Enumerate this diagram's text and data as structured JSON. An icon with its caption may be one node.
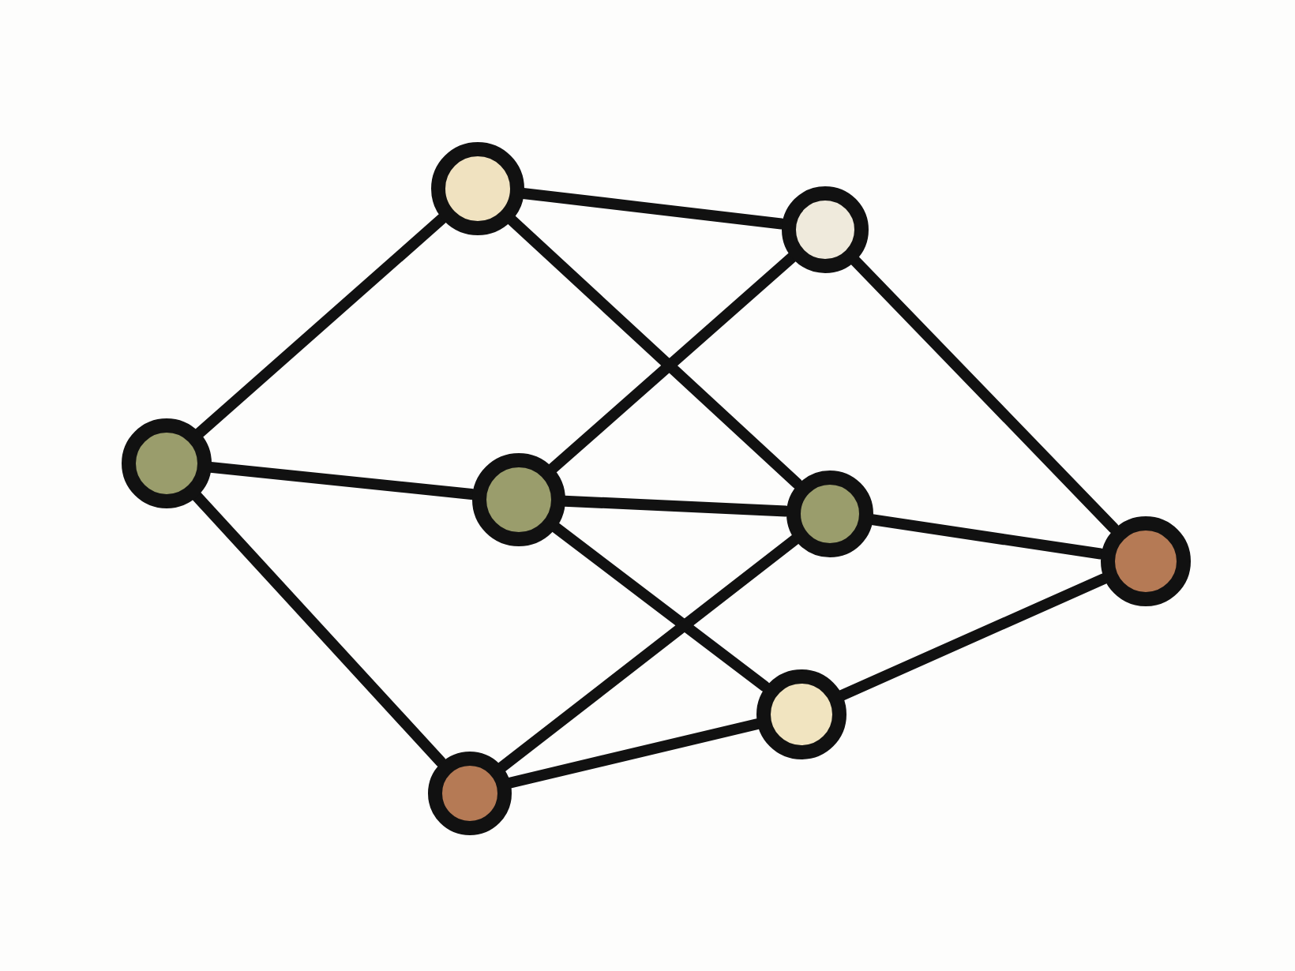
{
  "diagram": {
    "nodes": [
      {
        "text": [],
        "shape": "circle"
      },
      {
        "text": [],
        "shape": "circle"
      },
      {
        "text": [],
        "shape": "circle"
      },
      {
        "text": [],
        "shape": "circle"
      },
      {
        "text": [],
        "shape": "circle"
      },
      {
        "text": [],
        "shape": "circle"
      },
      {
        "text": [],
        "shape": "circle"
      },
      {
        "text": [],
        "shape": "circle"
      }
    ],
    "edges": [
      {
        "from": 0,
        "to": 1,
        "arrow": "none"
      },
      {
        "from": 0,
        "to": 2,
        "arrow": "none"
      },
      {
        "from": 0,
        "to": 3,
        "arrow": "none"
      },
      {
        "from": 1,
        "to": 4,
        "arrow": "none"
      },
      {
        "from": 1,
        "to": 5,
        "arrow": "none"
      },
      {
        "from": 2,
        "to": 4,
        "arrow": "none"
      },
      {
        "from": 2,
        "to": 5,
        "arrow": "none"
      },
      {
        "from": 2,
        "to": 6,
        "arrow": "none"
      },
      {
        "from": 3,
        "to": 5,
        "arrow": "none"
      },
      {
        "from": 3,
        "to": 6,
        "arrow": "none"
      },
      {
        "from": 4,
        "to": 7,
        "arrow": "none"
      },
      {
        "from": 5,
        "to": 7,
        "arrow": "none"
      },
      {
        "from": 6,
        "to": 7,
        "arrow": "none"
      }
    ]
  }
}
